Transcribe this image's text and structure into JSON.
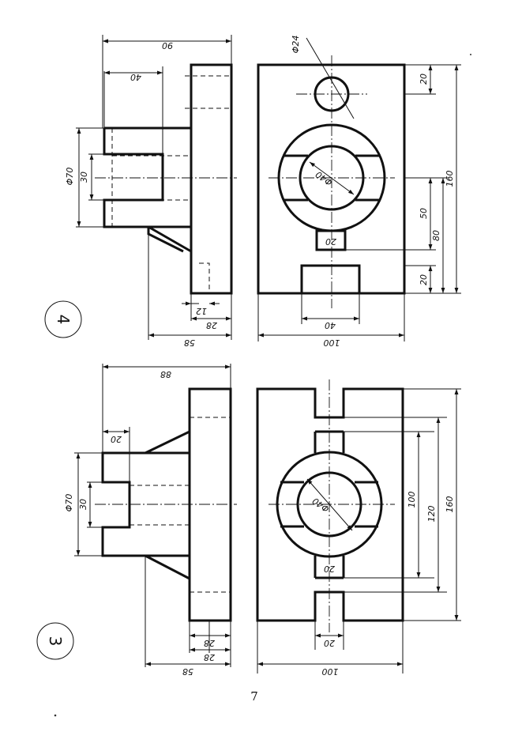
{
  "page_number": "7",
  "drawings": [
    {
      "label": "4",
      "dimensions": {
        "total_depth": "90",
        "depth_40": "40",
        "boss_diameter": "Φ70",
        "boss_hole": "30",
        "base_thickness_12": "12",
        "base_thickness_28": "28",
        "overall_58": "58",
        "hole_d24": "Φ24",
        "ring_d40": "Φ40",
        "slot_20": "20",
        "edge_20_top": "20",
        "edge_20_bottom": "20",
        "height_50": "50",
        "height_80": "80",
        "height_160": "160",
        "width_40": "40",
        "width_100": "100"
      }
    },
    {
      "label": "3",
      "dimensions": {
        "total_depth": "88",
        "rib_20": "20",
        "boss_diameter": "Φ70",
        "boss_hole": "30",
        "base_28a": "28",
        "base_28b": "28",
        "overall_58": "58",
        "ring_d40": "Φ40",
        "slot_20_mid": "20",
        "slot_20_bottom": "20",
        "height_100": "100",
        "height_120": "120",
        "height_160": "160",
        "width_100": "100"
      }
    }
  ]
}
